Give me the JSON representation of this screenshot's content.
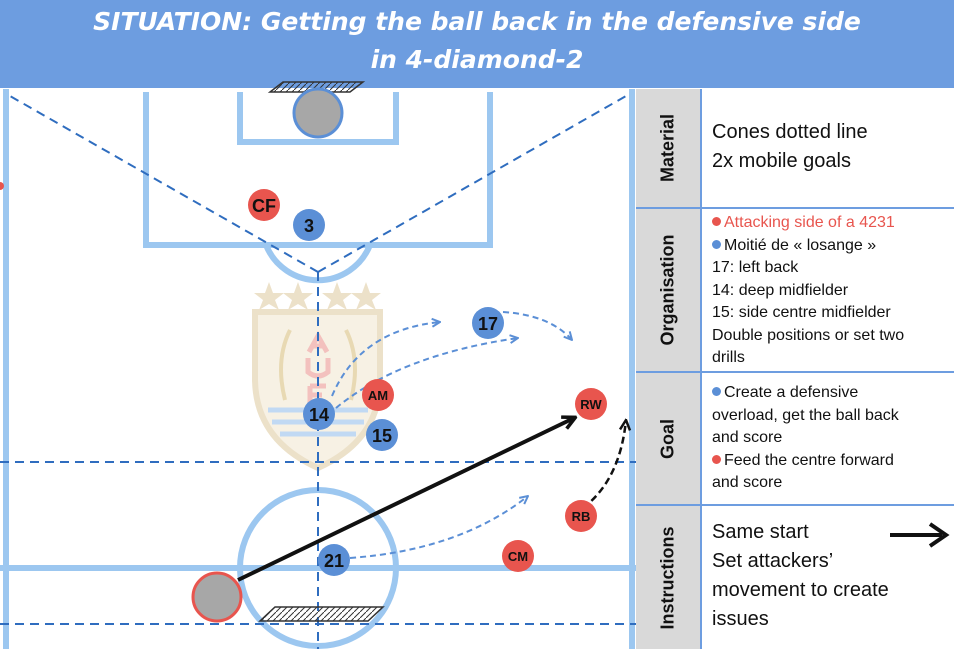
{
  "title": {
    "line1": "SITUATION: Getting the ball back in the defensive side",
    "line2": "in 4-diamond-2"
  },
  "players": {
    "cf": "CF",
    "b3": "3",
    "b17": "17",
    "am": "AM",
    "b14": "14",
    "b15": "15",
    "rw": "RW",
    "rb": "RB",
    "b21": "21",
    "cm": "CM"
  },
  "panel": {
    "material": {
      "label": "Material",
      "lines": [
        "Cones dotted line",
        "2x mobile goals"
      ]
    },
    "organisation": {
      "label": "Organisation",
      "lines": [
        "Attacking side of a 4231",
        "Moitié de « losange »",
        "17: left back",
        "14: deep midfielder",
        "15: side centre midfielder",
        "Double positions or set two",
        "drills"
      ]
    },
    "goal": {
      "label": "Goal",
      "lines": [
        "Create a defensive",
        "overload, get the ball back",
        "and score",
        "Feed the centre forward",
        "and score"
      ]
    },
    "instructions": {
      "label": "Instructions",
      "lines": [
        "Same start",
        "Set attackers’",
        "movement to create",
        "issues"
      ]
    }
  },
  "colors": {
    "header": "#6d9de0",
    "pitch_lines": "#9cc7f0",
    "dashed": "#2f6dbf",
    "blue_player": "#5b8fd6",
    "red_player": "#e8554e",
    "crest": "#e9dcc0"
  }
}
